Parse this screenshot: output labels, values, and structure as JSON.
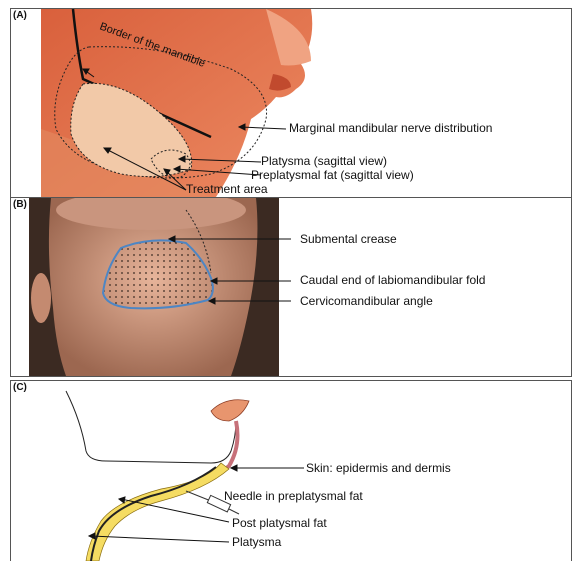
{
  "panel_a": {
    "label": "(A)",
    "border_label": "Border of the mandible",
    "nerve_label": "Marginal mandibular nerve distribution",
    "platysma_label": "Platysma (sagittal view)",
    "fat_label": "Preplatysmal fat (sagittal view)",
    "treatment_label": "Treatment area"
  },
  "panel_b": {
    "label": "(B)",
    "crease_label": "Submental crease",
    "fold_label": "Caudal end of labiomandibular fold",
    "angle_label": "Cervicomandibular angle"
  },
  "panel_c": {
    "label": "(C)",
    "skin_label": "Skin: epidermis and dermis",
    "needle_label": "Needle in preplatysmal fat",
    "post_fat_label": "Post platysmal fat",
    "platysma_label": "Platysma"
  },
  "colors": {
    "skin_orange": "#e8754e",
    "fat_yellow": "#f5dc62",
    "outline_blue": "#4d86c4"
  }
}
